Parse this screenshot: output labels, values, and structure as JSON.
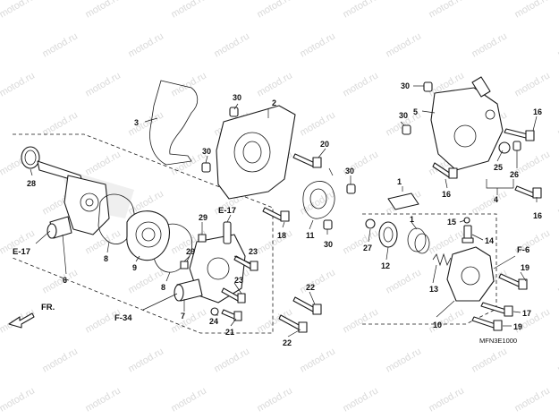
{
  "watermark": "motod.ru",
  "diagram_code": "MFN3E1000",
  "direction_label": "FR.",
  "references": [
    "E-17",
    "E-17",
    "F-34",
    "F-6"
  ],
  "callouts": [
    "1",
    "1",
    "2",
    "3",
    "4",
    "5",
    "6",
    "7",
    "8",
    "8",
    "9",
    "10",
    "11",
    "12",
    "13",
    "14",
    "15",
    "16",
    "16",
    "16",
    "17",
    "18",
    "19",
    "19",
    "20",
    "21",
    "22",
    "22",
    "23",
    "23",
    "24",
    "25",
    "26",
    "27",
    "28",
    "29",
    "29",
    "30",
    "30",
    "30",
    "30",
    "30",
    "30"
  ]
}
